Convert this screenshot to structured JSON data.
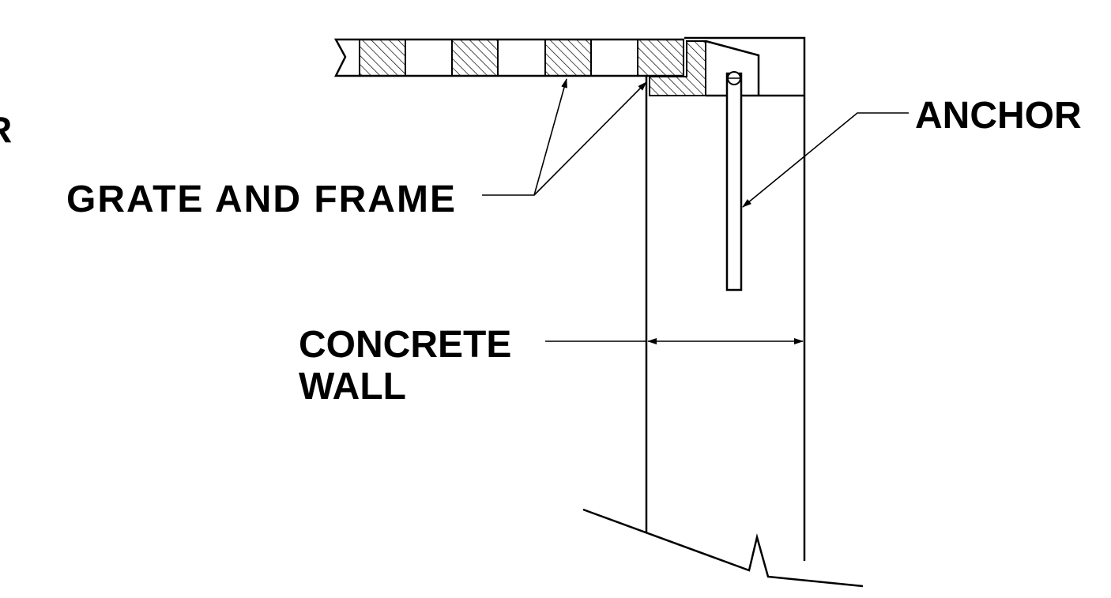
{
  "labels": {
    "left_edge_fragment": "R",
    "anchor": "ANCHOR",
    "grate_and_frame": "GRATE AND FRAME",
    "concrete_wall_line1": "CONCRETE",
    "concrete_wall_line2": "WALL"
  },
  "colors": {
    "ink": "#000000",
    "background": "#ffffff"
  }
}
